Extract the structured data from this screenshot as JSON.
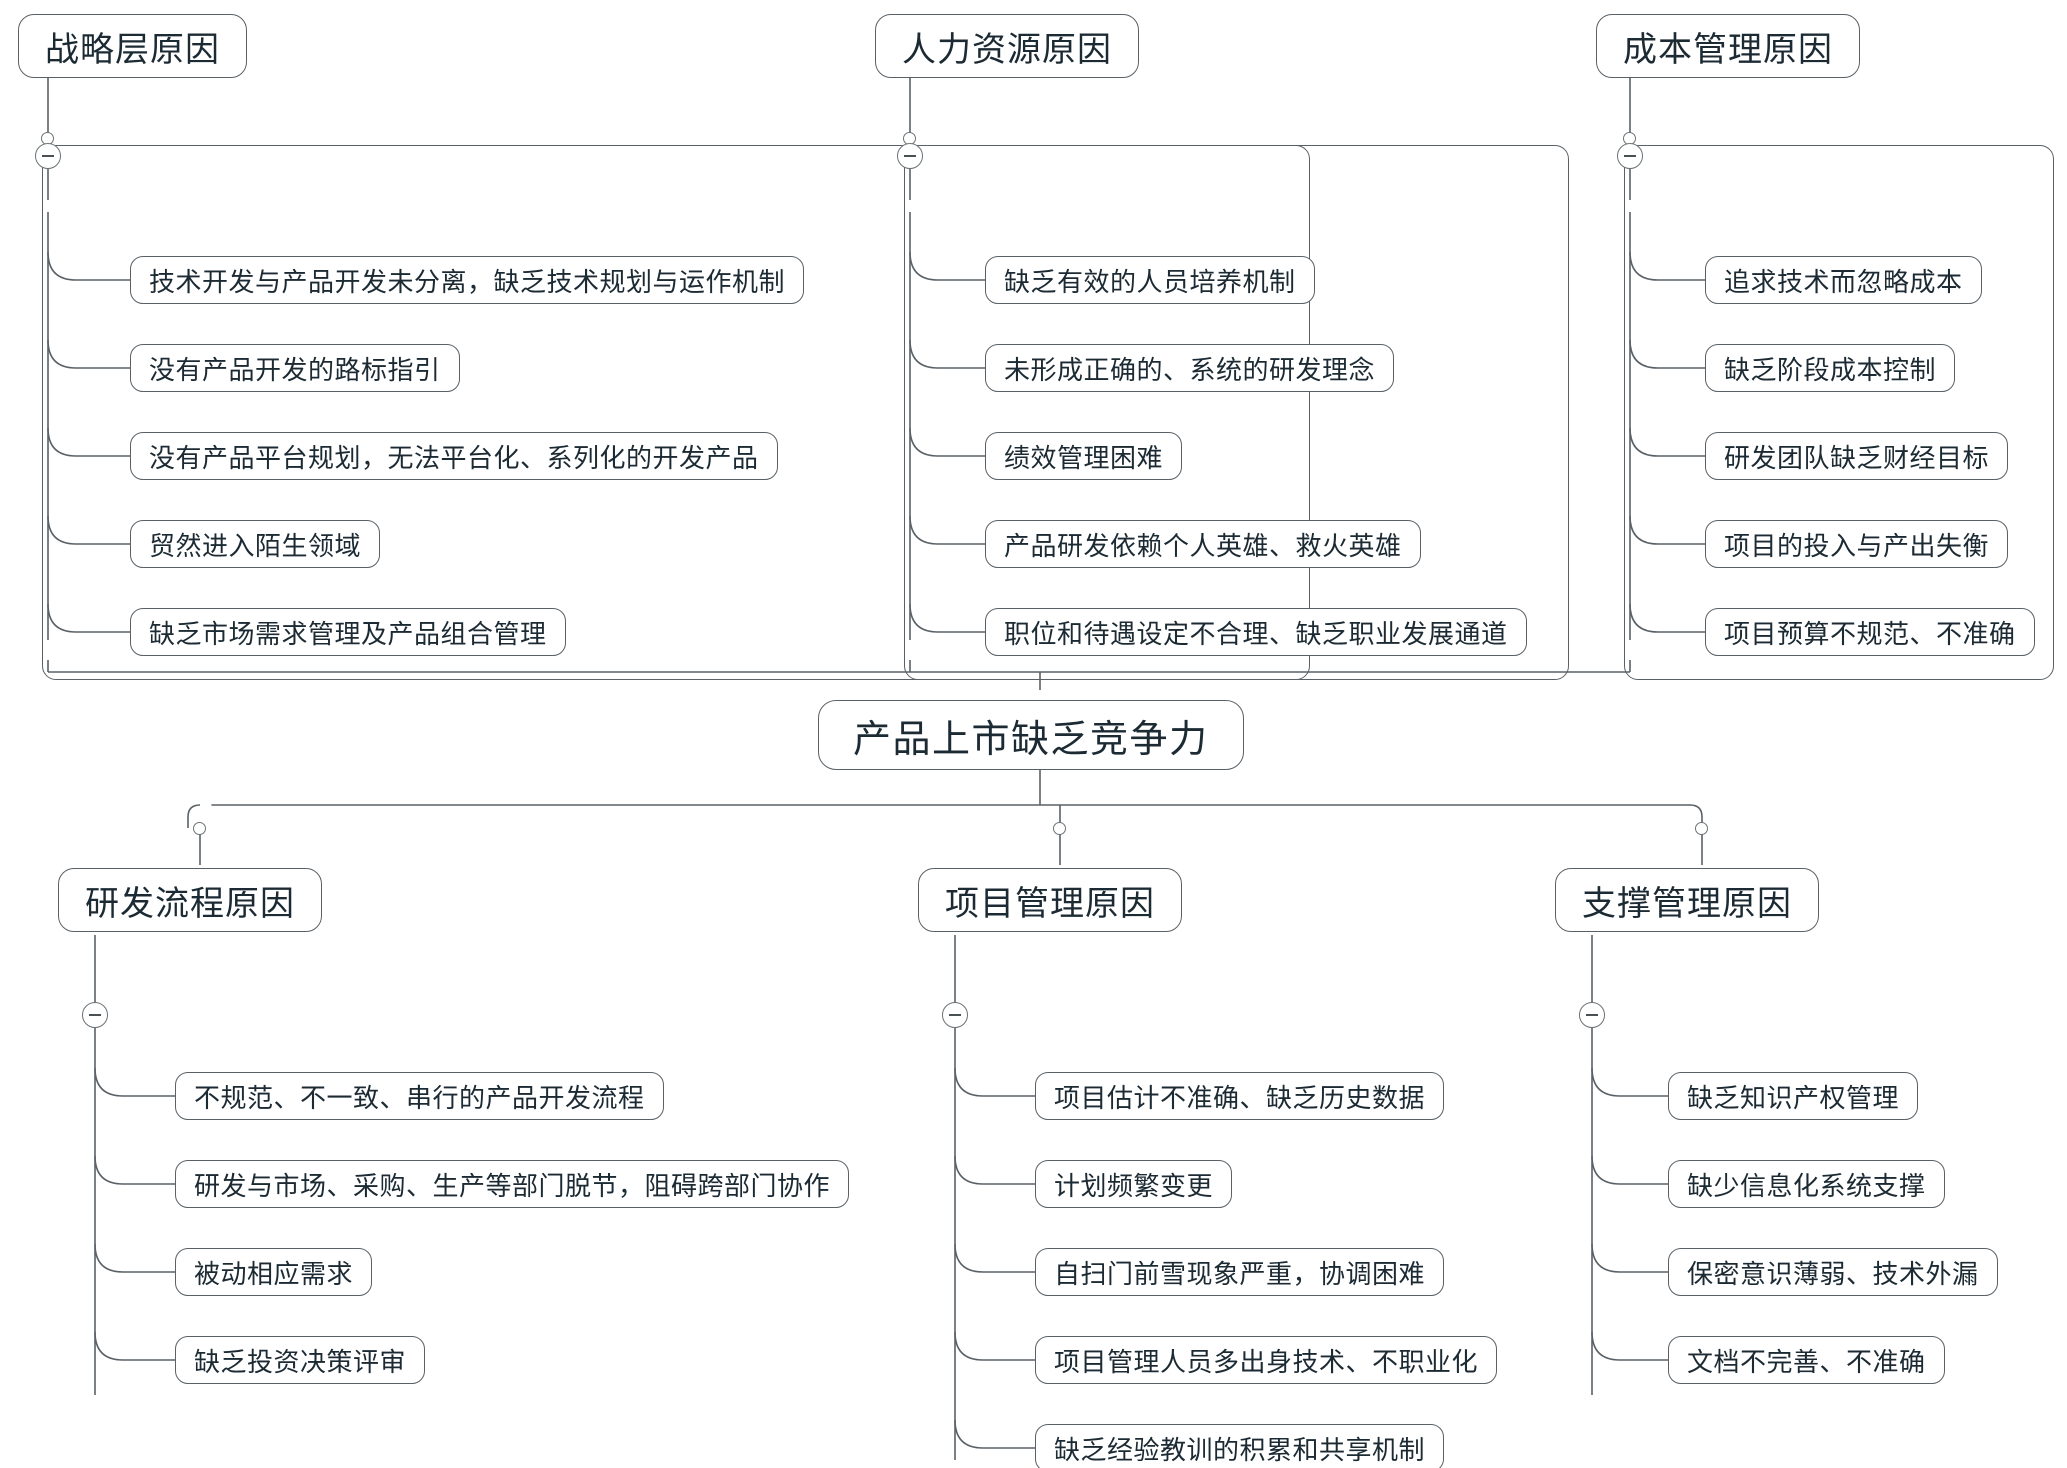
{
  "diagram": {
    "title": "产品上市缺乏竞争力",
    "root": {
      "label": "产品上市缺乏竞争力"
    },
    "colors": {
      "stroke": "#5a6166",
      "text": "#1c2a33",
      "background": "#ffffff"
    },
    "icons": {
      "collapse": "minus-circle-icon",
      "connector": "connector-dot-icon"
    },
    "branches": [
      {
        "id": "strategy",
        "label": "战略层原因",
        "position": "top-left",
        "items": [
          "技术开发与产品开发未分离，缺乏技术规划与运作机制",
          "没有产品开发的路标指引",
          "没有产品平台规划，无法平台化、系列化的开发产品",
          "贸然进入陌生领域",
          "缺乏市场需求管理及产品组合管理"
        ]
      },
      {
        "id": "hr",
        "label": "人力资源原因",
        "position": "top-center",
        "items": [
          "缺乏有效的人员培养机制",
          "未形成正确的、系统的研发理念",
          "绩效管理困难",
          "产品研发依赖个人英雄、救火英雄",
          "职位和待遇设定不合理、缺乏职业发展通道"
        ]
      },
      {
        "id": "cost",
        "label": "成本管理原因",
        "position": "top-right",
        "items": [
          "追求技术而忽略成本",
          "缺乏阶段成本控制",
          "研发团队缺乏财经目标",
          "项目的投入与产出失衡",
          "项目预算不规范、不准确"
        ]
      },
      {
        "id": "rnd-process",
        "label": "研发流程原因",
        "position": "bottom-left",
        "items": [
          "不规范、不一致、串行的产品开发流程",
          "研发与市场、采购、生产等部门脱节，阻碍跨部门协作",
          "被动相应需求",
          "缺乏投资决策评审"
        ]
      },
      {
        "id": "project",
        "label": "项目管理原因",
        "position": "bottom-center",
        "items": [
          "项目估计不准确、缺乏历史数据",
          "计划频繁变更",
          "自扫门前雪现象严重，协调困难",
          "项目管理人员多出身技术、不职业化",
          "缺乏经验教训的积累和共享机制"
        ]
      },
      {
        "id": "support",
        "label": "支撑管理原因",
        "position": "bottom-right",
        "items": [
          "缺乏知识产权管理",
          "缺少信息化系统支撑",
          "保密意识薄弱、技术外漏",
          "文档不完善、不准确"
        ]
      }
    ]
  }
}
